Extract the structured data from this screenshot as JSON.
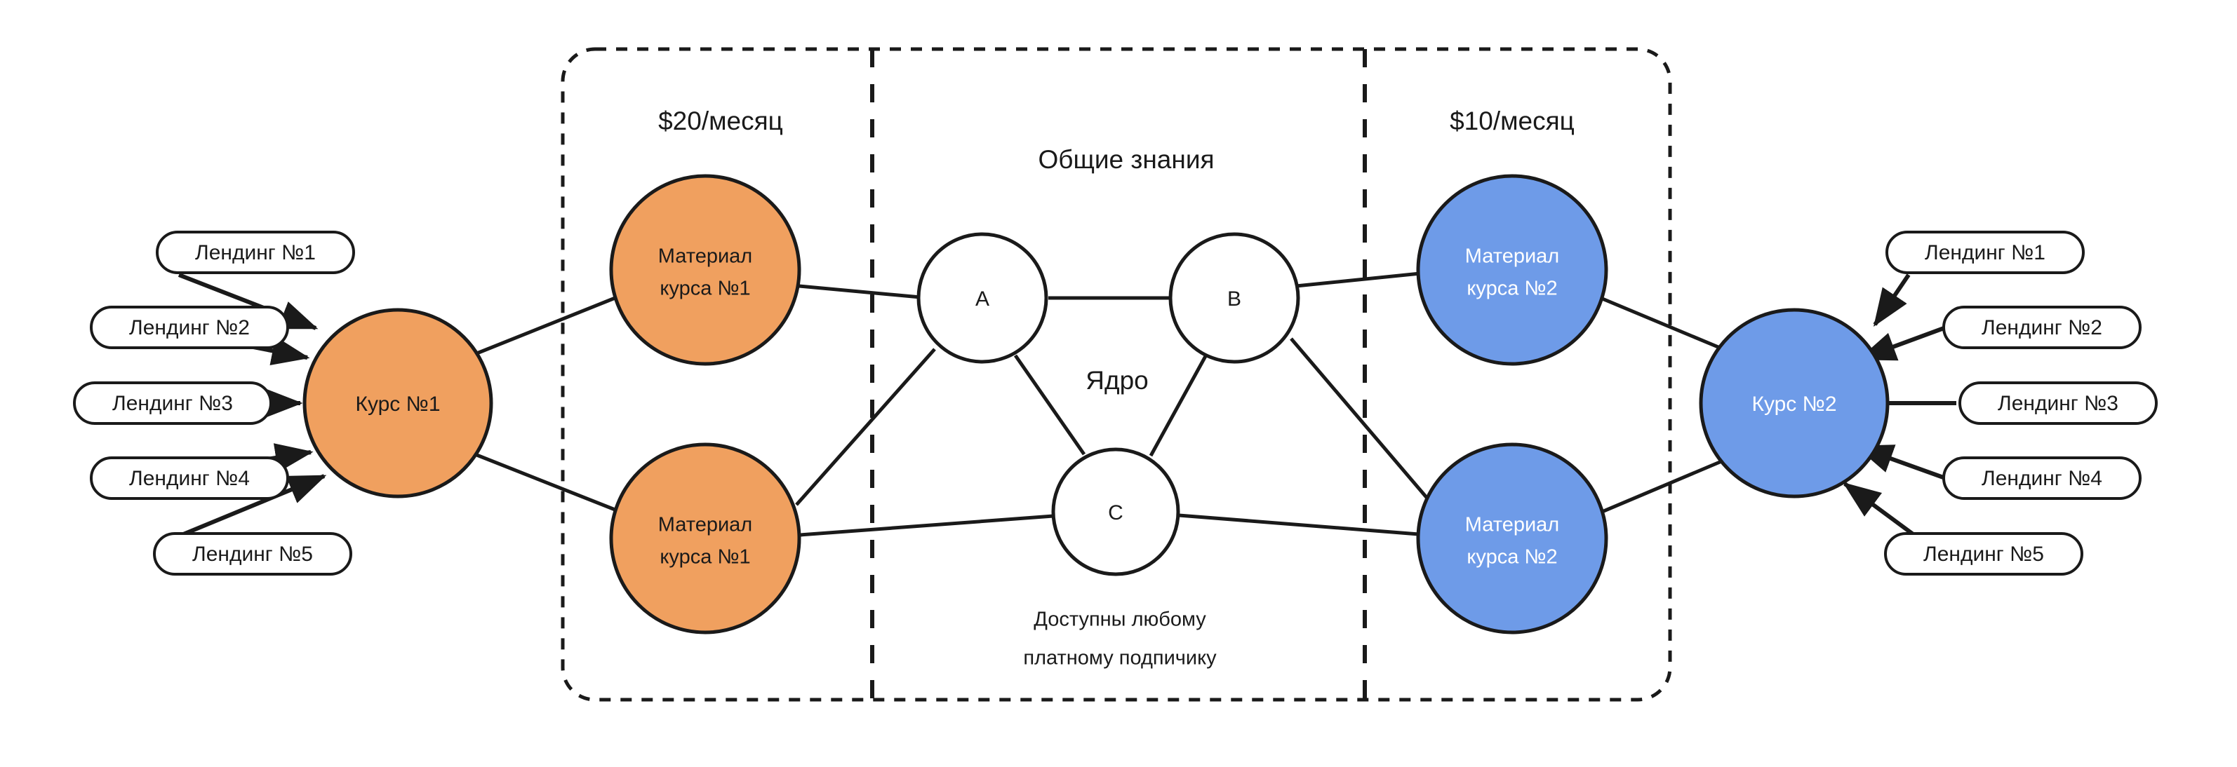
{
  "diagram": {
    "title_zone_left": "$20/месяц",
    "title_zone_right": "$10/месяц",
    "title_core_section": "Общие знания",
    "core_label": "Ядро",
    "core_caption_line1": "Доступны любому",
    "core_caption_line2": "платному подпичику",
    "colors": {
      "orange": "#F0A05F",
      "blue": "#6E9BE8",
      "stroke": "#1A1A1A",
      "white": "#FFFFFF",
      "background": "#FFFFFF"
    }
  },
  "left_course": {
    "label": "Курс №1",
    "fill": "#F0A05F",
    "text_color": "#1A1A1A"
  },
  "right_course": {
    "label": "Курс №2",
    "fill": "#6E9BE8",
    "text_color": "#FFFFFF"
  },
  "left_landings": [
    {
      "label": "Лендинг №1"
    },
    {
      "label": "Лендинг №2"
    },
    {
      "label": "Лендинг №3"
    },
    {
      "label": "Лендинг №4"
    },
    {
      "label": "Лендинг №5"
    }
  ],
  "right_landings": [
    {
      "label": "Лендинг №1"
    },
    {
      "label": "Лендинг №2"
    },
    {
      "label": "Лендинг №3"
    },
    {
      "label": "Лендинг №4"
    },
    {
      "label": "Лендинг №5"
    }
  ],
  "left_materials": [
    {
      "line1": "Материал",
      "line2": "курса №1",
      "fill": "#F0A05F",
      "text_color": "#1A1A1A"
    },
    {
      "line1": "Материал",
      "line2": "курса №1",
      "fill": "#F0A05F",
      "text_color": "#1A1A1A"
    }
  ],
  "right_materials": [
    {
      "line1": "Материал",
      "line2": "курса №2",
      "fill": "#6E9BE8",
      "text_color": "#FFFFFF"
    },
    {
      "line1": "Материал",
      "line2": "курса №2",
      "fill": "#6E9BE8",
      "text_color": "#FFFFFF"
    }
  ],
  "core_nodes": [
    {
      "label": "A"
    },
    {
      "label": "B"
    },
    {
      "label": "C"
    }
  ]
}
